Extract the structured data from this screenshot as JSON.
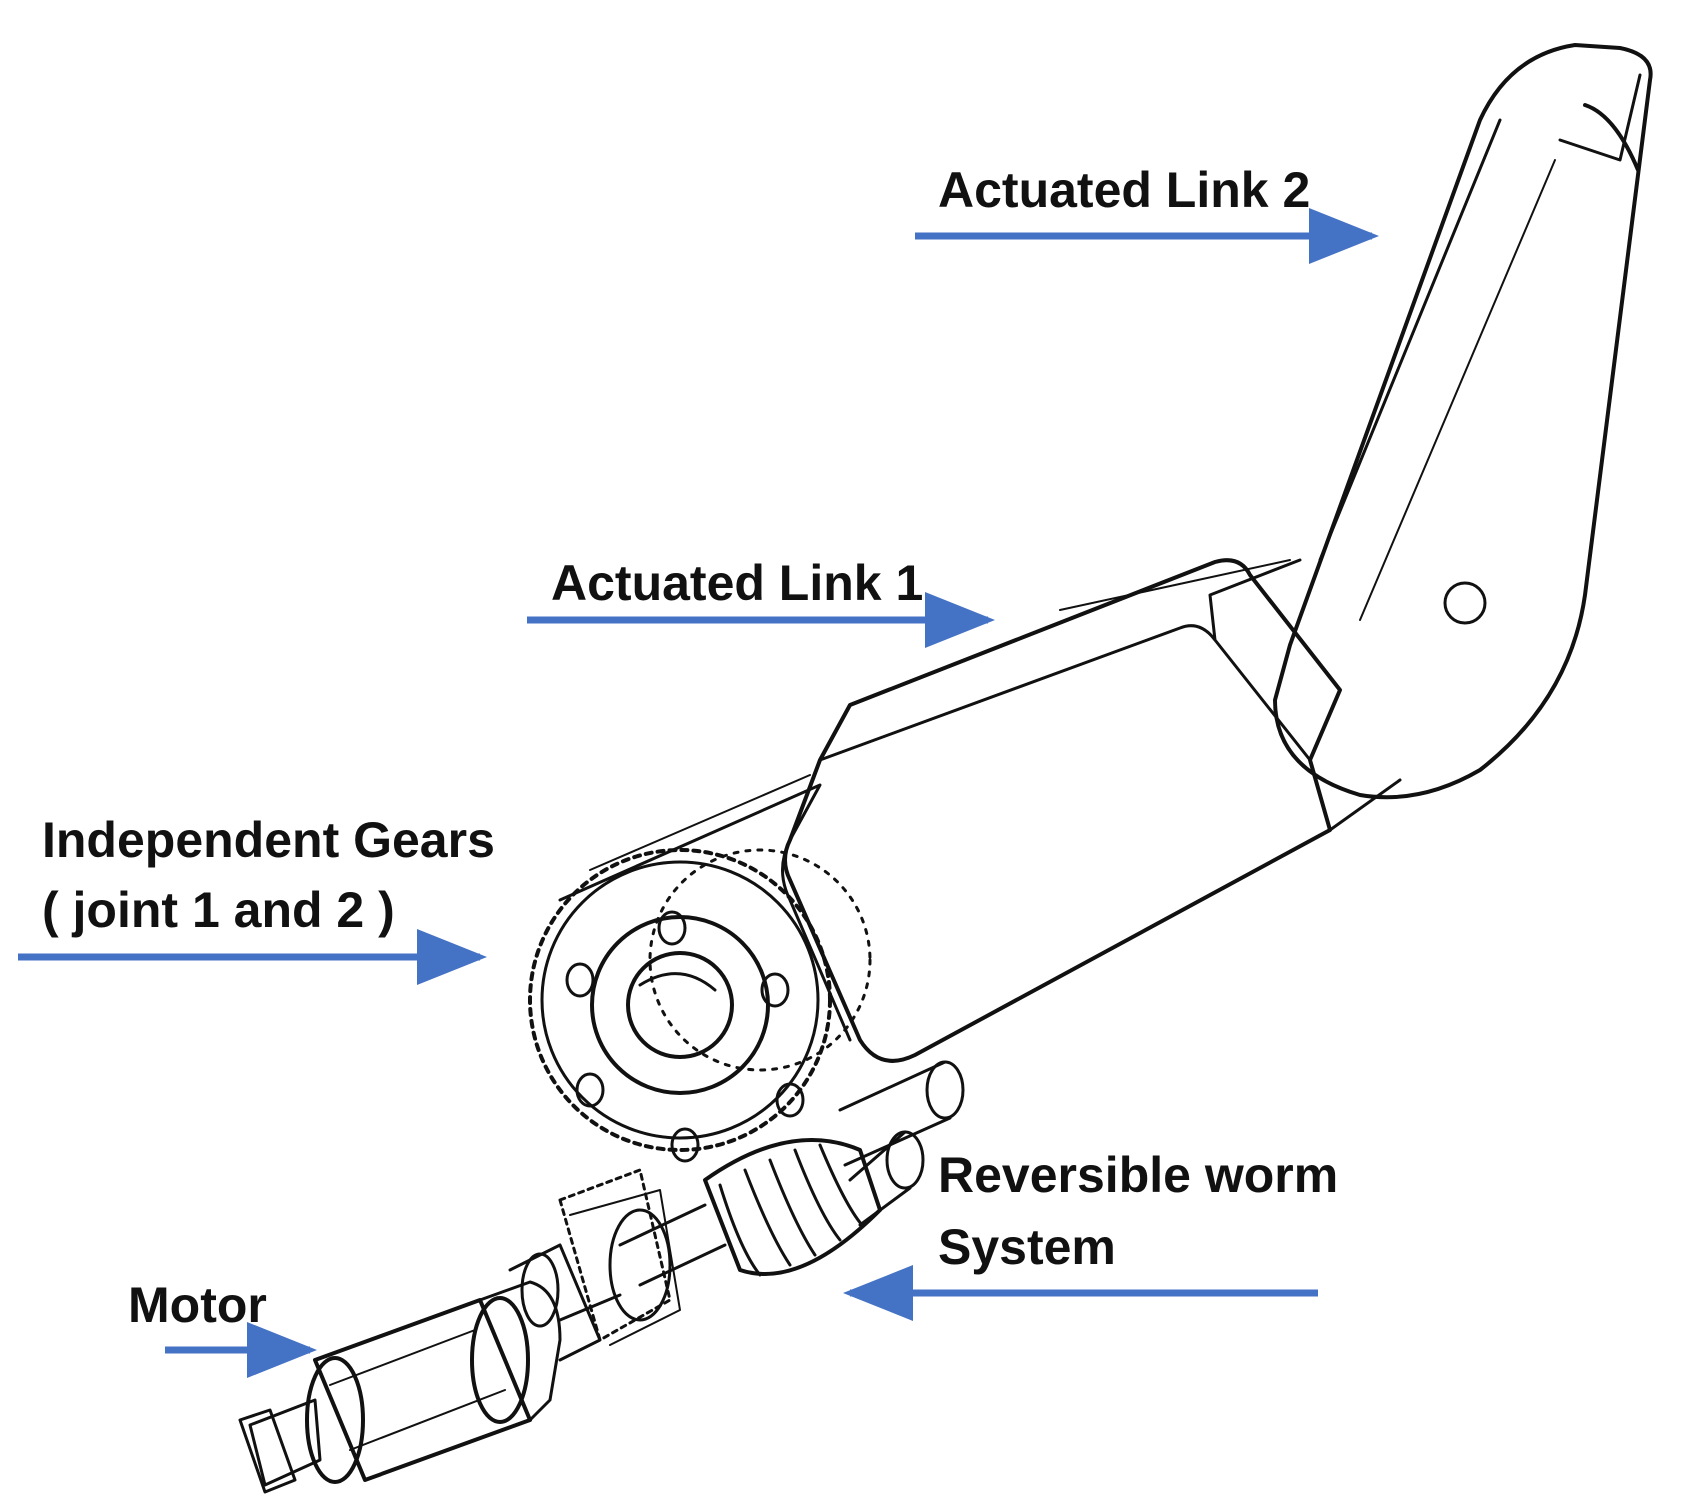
{
  "labels": {
    "link2": "Actuated Link 2",
    "link1": "Actuated Link 1",
    "gears_line1": "Independent Gears",
    "gears_line2": "( joint 1 and 2 )",
    "worm_line1": "Reversible worm",
    "worm_line2": "System",
    "motor": "Motor"
  },
  "colors": {
    "arrow": "#4472C4",
    "ink": "#111111",
    "background": "#ffffff"
  }
}
